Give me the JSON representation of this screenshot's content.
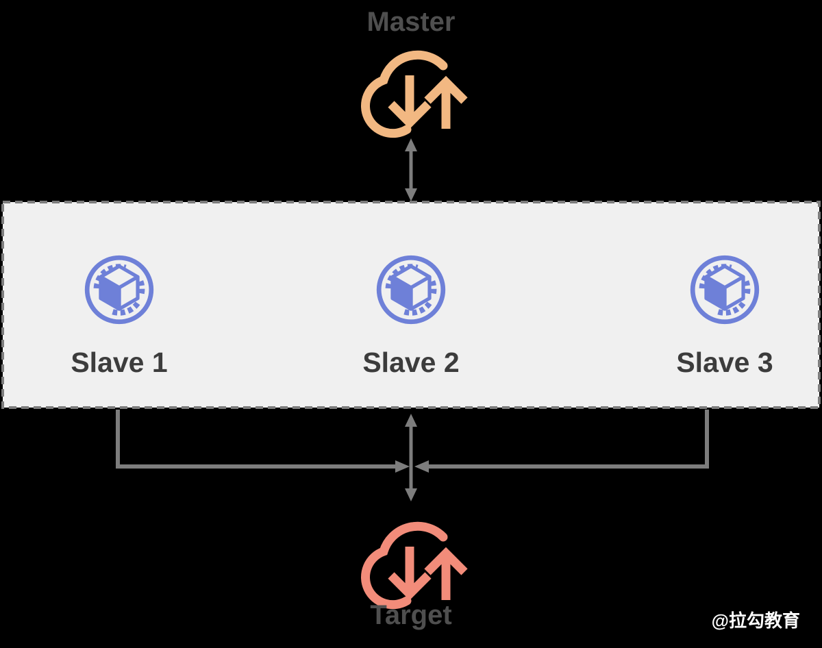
{
  "diagram": {
    "title_hint": "master-slave-replication-to-target",
    "master": {
      "label": "Master",
      "icon": "cloud-download-upload-icon"
    },
    "box": {
      "style": "dashed",
      "fill": "#f0f0f0"
    },
    "slaves": [
      {
        "label": "Slave 1",
        "icon": "cube-sync-icon"
      },
      {
        "label": "Slave 2",
        "icon": "cube-sync-icon"
      },
      {
        "label": "Slave 3",
        "icon": "cube-sync-icon"
      }
    ],
    "target": {
      "label": "Target",
      "icon": "cloud-download-upload-icon"
    },
    "watermark": {
      "text": "@拉勾教育"
    }
  },
  "colors": {
    "bg": "#000000",
    "box_fill": "#f0f0f0",
    "line_gray": "#7d7d7d",
    "master_orange": "#f2b882",
    "target_salmon": "#f28c7a",
    "slave_blue": "#6e80d8",
    "label_dark": "#3c3c3c",
    "label_medium": "#4f4f4f",
    "watermark_white": "#ffffff"
  }
}
